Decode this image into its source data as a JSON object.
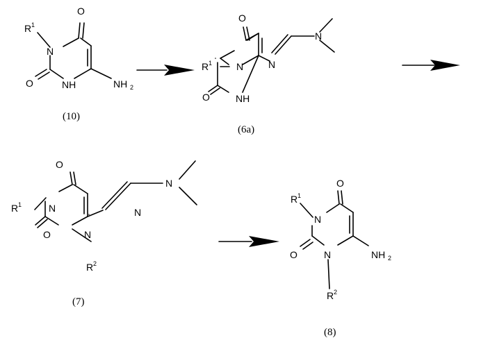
{
  "compounds": [
    {
      "label": "(10)",
      "atoms": {
        "o_top": "O",
        "r1": "R",
        "r1_sup": "1",
        "n3": "N",
        "o_bottom": "O",
        "nh": "NH",
        "nh2": "NH",
        "nh2_sub": "2"
      }
    },
    {
      "label": "(6a)",
      "atoms": {
        "o_top": "O",
        "r1": "R",
        "r1_sup": "1",
        "n3": "N",
        "n_imine": "N",
        "n_dimethyl": "N",
        "o_bottom": "O",
        "nh": "NH"
      }
    },
    {
      "label": "(7)",
      "atoms": {
        "o_top": "O",
        "r1": "R",
        "r1_sup": "1",
        "n3": "N",
        "n_imine": "N",
        "n_dimethyl": "N",
        "o_bottom": "O",
        "n1": "N",
        "r2": "R",
        "r2_sup": "2"
      }
    },
    {
      "label": "(8)",
      "atoms": {
        "o_top": "O",
        "r1": "R",
        "r1_sup": "1",
        "n3": "N",
        "o_bottom": "O",
        "n1": "N",
        "nh2": "NH",
        "nh2_sub": "2",
        "r2": "R",
        "r2_sup": "2"
      }
    }
  ],
  "arrows": [
    {
      "from": "(10)",
      "to": "(6a)"
    },
    {
      "from": "(6a)",
      "to": "(7)"
    },
    {
      "from": "(7)",
      "to": "(8)"
    }
  ]
}
